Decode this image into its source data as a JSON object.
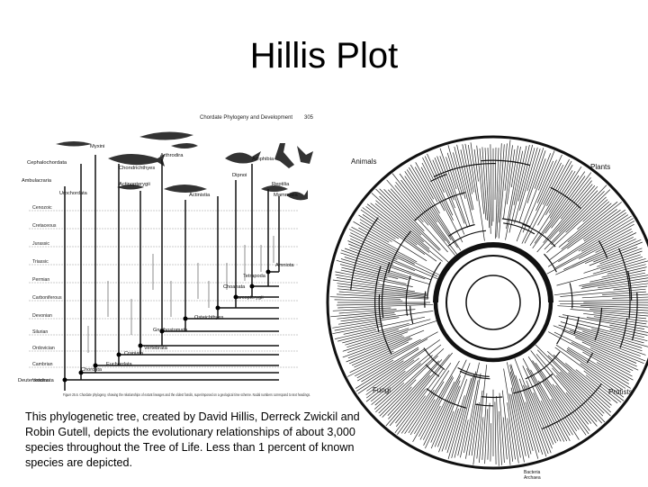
{
  "slide": {
    "title": "Hillis Plot"
  },
  "chordate_figure": {
    "header": "Chordate Phylogeny and Development",
    "page_number": "305",
    "periods": [
      "Cenozoic",
      "Cretaceous",
      "Jurassic",
      "Triassic",
      "Permian",
      "Carboniferous",
      "Devonian",
      "Silurian",
      "Ordovician",
      "Cambrian",
      "Vendian"
    ],
    "taxa": [
      "Myxini",
      "Cephalochordata",
      "Arthrodira",
      "Chondrichthyes",
      "Actinopterygii",
      "Amphibia",
      "Dipnoi",
      "Reptilia",
      "Actinistia",
      "Mammalia"
    ],
    "clades": [
      "Ambulacraria",
      "Urochordata",
      "Deuterostomata",
      "Chordata",
      "Euchordata",
      "Craniata",
      "Vertebrata",
      "Gnathostomata",
      "Osteichthyes",
      "Sarcopterygii",
      "Choanata",
      "Tetrapoda",
      "Amniota"
    ],
    "figure_caption": "Figure 25.6. Chordate phylogeny, showing the relationships of extant lineages and the oldest fossils, superimposed on a geological time scheme. Nodal numbers correspond to text headings."
  },
  "tree_of_life": {
    "labels": {
      "animals": "Animals",
      "plants": "Plants",
      "fungi": "Fungi",
      "protists": "Protists",
      "bacteria": "Bacteria",
      "archaea": "Archaea"
    }
  },
  "caption": "This phylogenetic tree, created by David Hillis, Derreck Zwickil and Robin Gutell, depicts the evolutionary relationships of about 3,000 species throughout the Tree of Life. Less than 1 percent of known species are depicted."
}
